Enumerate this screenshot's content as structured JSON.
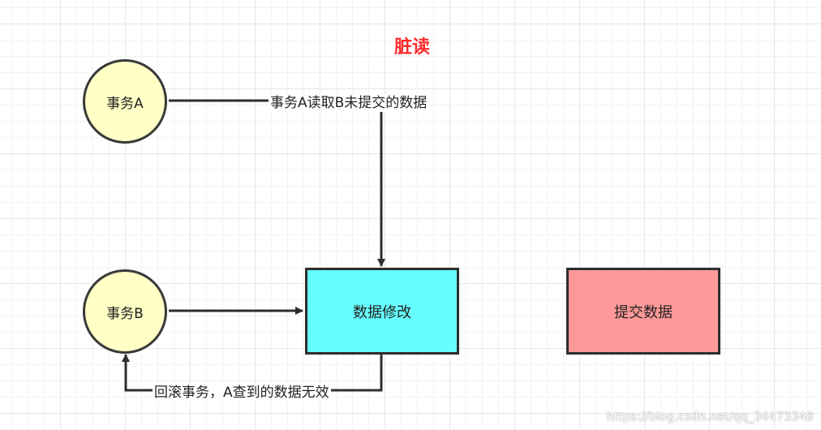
{
  "title": "脏读",
  "nodes": {
    "txn_a": "事务A",
    "txn_b": "事务B",
    "modify": "数据修改",
    "commit": "提交数据"
  },
  "edges": {
    "a_reads": "事务A读取B未提交的数据",
    "rollback": "回滚事务，A查到的数据无效"
  },
  "colors": {
    "title": "#ff2b2b",
    "circle_fill": "#ffffc6",
    "modify_fill": "#66ffff",
    "commit_fill": "#ff9999",
    "stroke": "#2e2e2e"
  },
  "watermark": "https://blog.csdn.net/qq_34473348"
}
